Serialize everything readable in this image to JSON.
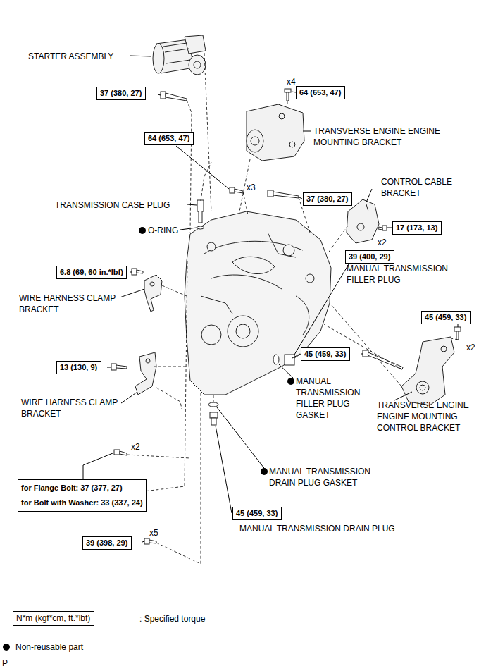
{
  "diagram": {
    "nodes": [
      {
        "text": [
          "37 (380, 27)"
        ]
      },
      {
        "text": [
          "64 (653, 47)"
        ]
      },
      {
        "text": [
          "64 (653, 47)"
        ]
      },
      {
        "text": [
          "37 (380, 27)"
        ]
      },
      {
        "text": [
          "17 (173, 13)"
        ]
      },
      {
        "text": [
          "39 (400, 29)"
        ]
      },
      {
        "text": [
          "6.8 (69, 60 in.*lbf)"
        ]
      },
      {
        "text": [
          "45 (459, 33)"
        ]
      },
      {
        "text": [
          "45 (459, 33)"
        ]
      },
      {
        "text": [
          "13 (130, 9)"
        ]
      },
      {
        "text": [
          "for Flange Bolt: 37 (377, 27)",
          "for Bolt with Washer: 33 (337, 24)"
        ]
      },
      {
        "text": [
          "45 (459, 33)"
        ]
      },
      {
        "text": [
          "39 (398, 29)"
        ]
      },
      {
        "text": [
          "N*m (kgf*cm, ft.*lbf)"
        ]
      }
    ],
    "labels": [
      "STARTER ASSEMBLY",
      "x4",
      "TRANSVERSE ENGINE ENGINE MOUNTING BRACKET",
      "x3",
      "CONTROL CABLE BRACKET",
      "TRANSMISSION CASE PLUG",
      "O-RING",
      "x2",
      "MANUAL TRANSMISSION FILLER PLUG",
      "WIRE HARNESS CLAMP BRACKET",
      "x2",
      "MANUAL TRANSMISSION FILLER PLUG GASKET",
      "TRANSVERSE ENGINE ENGINE MOUNTING CONTROL BRACKET",
      "WIRE HARNESS CLAMP BRACKET",
      "x2",
      "MANUAL TRANSMISSION DRAIN PLUG GASKET",
      "MANUAL TRANSMISSION DRAIN PLUG",
      "x5",
      ": Specified torque",
      "P"
    ],
    "legend": [
      {
        "text": "Non-reusable part"
      }
    ]
  }
}
